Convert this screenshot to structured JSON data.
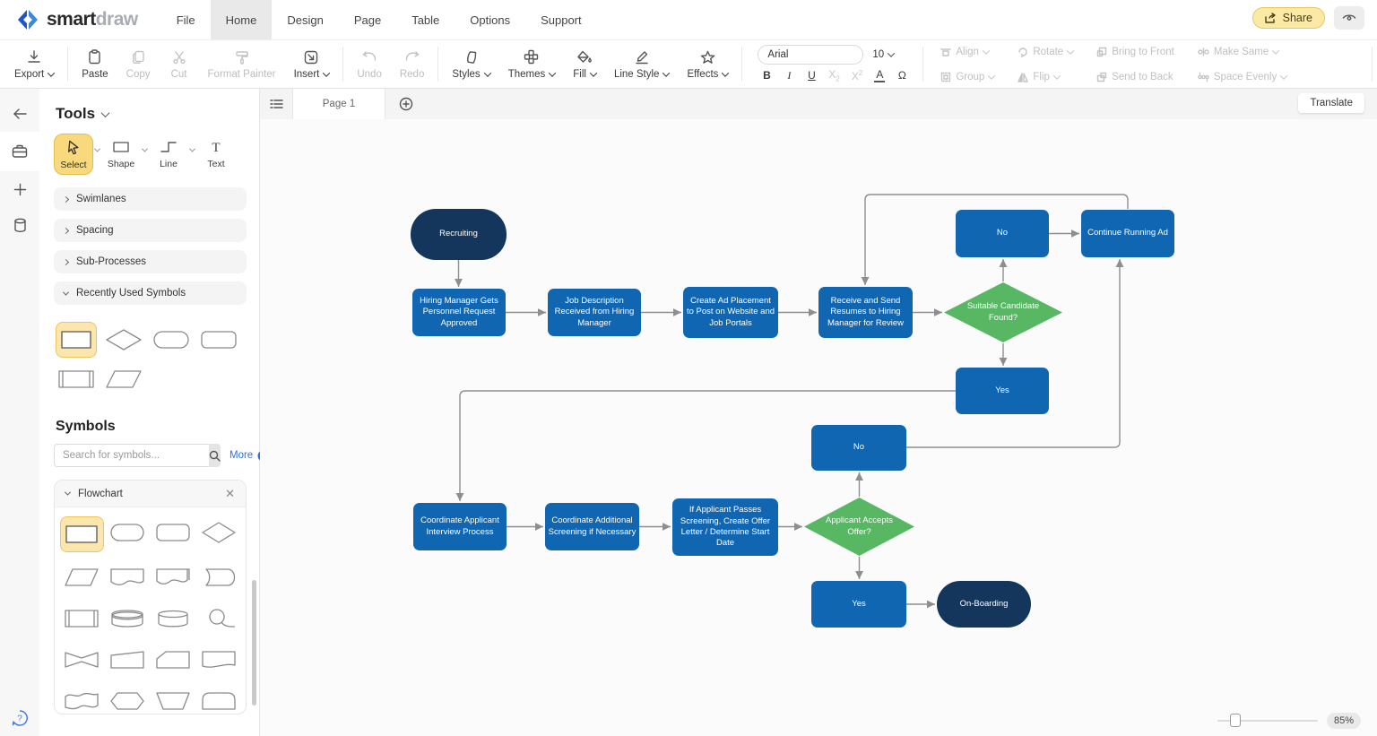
{
  "menubar": {
    "brand_bold": "smart",
    "brand_light": "draw",
    "items": [
      "File",
      "Home",
      "Design",
      "Page",
      "Table",
      "Options",
      "Support"
    ],
    "active_item": "Home",
    "share": "Share"
  },
  "toolbar": {
    "export": "Export",
    "paste": "Paste",
    "copy": "Copy",
    "cut": "Cut",
    "format_painter": "Format Painter",
    "insert": "Insert",
    "undo": "Undo",
    "redo": "Redo",
    "styles": "Styles",
    "themes": "Themes",
    "fill": "Fill",
    "line_style": "Line Style",
    "effects": "Effects",
    "bold": "B",
    "italic": "I",
    "underline": "U",
    "subscript_x": "X",
    "subscript_n": "2",
    "superscript_x": "X",
    "superscript_n": "2",
    "font_color": "A",
    "omega": "Ω",
    "align": "Align",
    "rotate": "Rotate",
    "bring_to_front": "Bring to Front",
    "make_same": "Make Same",
    "group": "Group",
    "flip": "Flip",
    "send_to_back": "Send to Back",
    "space_evenly": "Space Evenly"
  },
  "font": {
    "family": "Arial",
    "size": "10"
  },
  "sidebar": {
    "tools_title": "Tools",
    "tools": [
      "Select",
      "Shape",
      "Line",
      "Text"
    ],
    "sections": [
      "Swimlanes",
      "Spacing",
      "Sub-Processes",
      "Recently Used Symbols"
    ],
    "symbols_title": "Symbols",
    "search_placeholder": "Search for symbols...",
    "more": "More",
    "category": "Flowchart"
  },
  "page_bar": {
    "page": "Page 1",
    "translate": "Translate"
  },
  "status": {
    "zoom": "85%"
  },
  "colors": {
    "process_blue": "#1166b2",
    "terminator_navy": "#15365c",
    "decision_green": "#57b763",
    "accent_yellow": "#f8d97c",
    "connector_gray": "#8e8e8e"
  },
  "diagram": {
    "nodes": [
      {
        "label": "Recruiting",
        "type": "terminator"
      },
      {
        "label": "Hiring Manager Gets Personnel Request Approved",
        "type": "process"
      },
      {
        "label": "Job Description Received from Hiring Manager",
        "type": "process"
      },
      {
        "label": "Create Ad Placement to Post on Website and Job Portals",
        "type": "process"
      },
      {
        "label": "Receive and Send Resumes to Hiring Manager for Review",
        "type": "process"
      },
      {
        "label": "Suitable Candidate Found?",
        "type": "decision"
      },
      {
        "label": "No",
        "type": "process"
      },
      {
        "label": "Continue Running Ad",
        "type": "process"
      },
      {
        "label": "Yes",
        "type": "process"
      },
      {
        "label": "Coordinate Applicant Interview Process",
        "type": "process"
      },
      {
        "label": "Coordinate Additional Screening if Necessary",
        "type": "process"
      },
      {
        "label": "If Applicant Passes Screening, Create Offer Letter / Determine Start Date",
        "type": "process"
      },
      {
        "label": "Applicant Accepts Offer?",
        "type": "decision"
      },
      {
        "label": "No",
        "type": "process"
      },
      {
        "label": "Yes",
        "type": "process"
      },
      {
        "label": "On-Boarding",
        "type": "terminator"
      }
    ]
  }
}
